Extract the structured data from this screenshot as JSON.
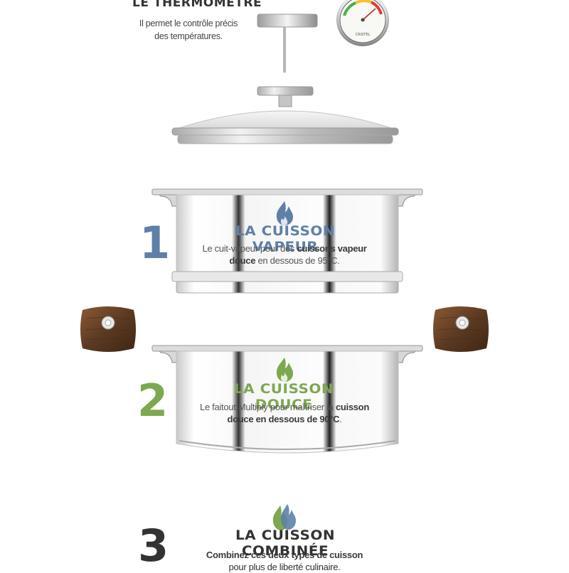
{
  "thermometer": {
    "title": "LE THERMOMÈTRE",
    "desc_line1": "Il permet le contrôle précis",
    "desc_line2": "des températures.",
    "dial_brand": "CRISTEL"
  },
  "steps": [
    {
      "number": "1",
      "title": "LA CUISSON VAPEUR",
      "desc_prefix": "Le cuit-vapeur pour des ",
      "desc_bold": "cuissons vapeur",
      "desc_bold2": "douce",
      "desc_suffix": " en dessous de 95°C."
    },
    {
      "number": "2",
      "title": "LA CUISSON DOUCE",
      "desc_prefix": "Le faitout Multiply pour maîtriser la ",
      "desc_bold": "cuisson",
      "desc_bold2": "douce  en dessous de 90°C",
      "desc_suffix": "."
    },
    {
      "number": "3",
      "title": "LA CUISSON COMBINÉE",
      "desc_line1": "Combinez ces deux types de cuisson",
      "desc_line2": "pour plus de liberté culinaire."
    }
  ],
  "colors": {
    "blue": "#5f7fa8",
    "green": "#7da84f",
    "dark": "#3a3a3a",
    "wood": "#6b4226"
  }
}
